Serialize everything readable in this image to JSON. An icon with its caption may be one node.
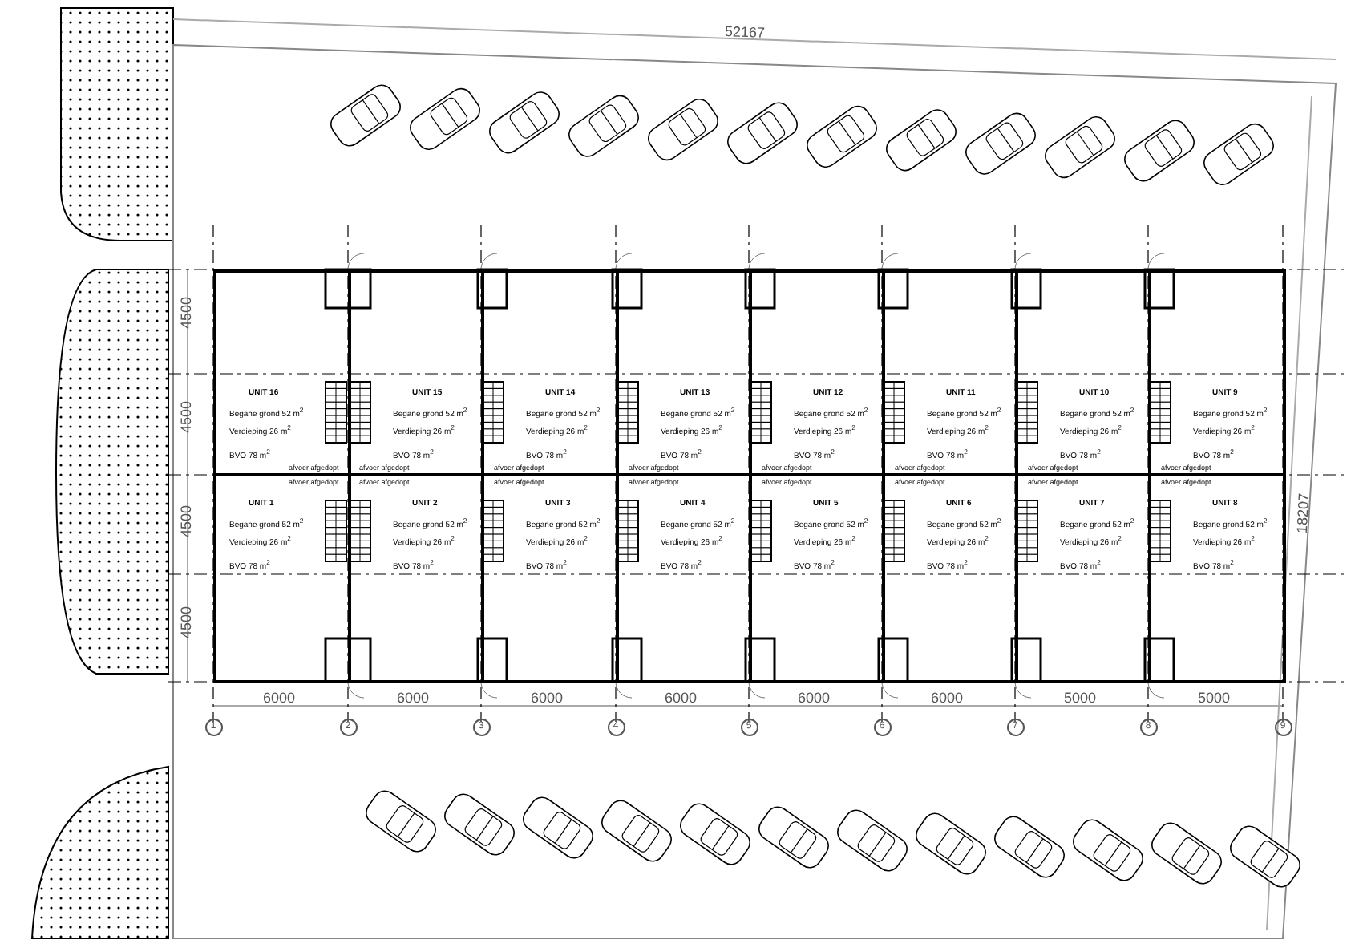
{
  "diagram": {
    "nodes": [
      {
        "text": [
          "UNIT 16",
          "Begane grond 52 m$^{2}$",
          "Verdieping 26 m$^{2}$",
          "BVO 78 m$^{2}$"
        ]
      },
      {
        "text": [
          "UNIT 15",
          "Begane grond 52 m$^{2}$",
          "Verdieping 26 m$^{2}$",
          "BVO 78 m$^{2}$"
        ]
      },
      {
        "text": [
          "UNIT 14",
          "Begane grond 52 m$^{2}$",
          "Verdieping 26 m$^{2}$",
          "BVO 78 m$^{2}$"
        ]
      },
      {
        "text": [
          "UNIT 13",
          "Begane grond 52 m$^{2}$",
          "Verdieping 26 m$^{2}$",
          "BVO 78 m$^{2}$"
        ]
      },
      {
        "text": [
          "UNIT 12",
          "Begane grond 52 m$^{2}$",
          "Verdieping 26 m$^{2}$",
          "BVO 78 m$^{2}$"
        ]
      },
      {
        "text": [
          "UNIT 11",
          "Begane grond 52 m$^{2}$",
          "Verdieping 26 m$^{2}$",
          "BVO 78 m$^{2}$"
        ]
      },
      {
        "text": [
          "UNIT 10",
          "Begane grond 52 m$^{2}$",
          "Verdieping 26 m$^{2}$",
          "BVO 78 m$^{2}$"
        ]
      },
      {
        "text": [
          "UNIT 9",
          "Begane grond 52 m$^{2}$",
          "Verdieping 26 m$^{2}$",
          "BVO 78 m$^{2}$"
        ]
      },
      {
        "text": [
          "UNIT 1",
          "Begane grond 52 m$^{2}$",
          "Verdieping 26 m$^{2}$",
          "BVO 78 m$^{2}$"
        ]
      },
      {
        "text": [
          "UNIT 2",
          "Begane grond 52 m$^{2}$",
          "Verdieping 26 m$^{2}$",
          "BVO 78 m$^{2}$"
        ]
      },
      {
        "text": [
          "UNIT 3",
          "Begane grond 52 m$^{2}$",
          "Verdieping 26 m$^{2}$",
          "BVO 78 m$^{2}$"
        ]
      },
      {
        "text": [
          "UNIT 4",
          "Begane grond 52 m$^{2}$",
          "Verdieping 26 m$^{2}$",
          "BVO 78 m$^{2}$"
        ]
      },
      {
        "text": [
          "UNIT 5",
          "Begane grond 52 m$^{2}$",
          "Verdieping 26 m$^{2}$",
          "BVO 78 m$^{2}$"
        ]
      },
      {
        "text": [
          "UNIT 6",
          "Begane grond 52 m$^{2}$",
          "Verdieping 26 m$^{2}$",
          "BVO 78 m$^{2}$"
        ]
      },
      {
        "text": [
          "UNIT 7",
          "Begane grond 52 m$^{2}$",
          "Verdieping 26 m$^{2}$",
          "BVO 78 m$^{2}$"
        ]
      },
      {
        "text": [
          "UNIT 8",
          "Begane grond 52 m$^{2}$",
          "Verdieping 26 m$^{2}$",
          "BVO 78 m$^{2}$"
        ]
      }
    ],
    "labels": [
      "52167",
      "4500",
      "4500",
      "4500",
      "4500",
      "18207",
      "afvoer afgedopt",
      "afvoer afgedopt",
      "afvoer afgedopt",
      "afvoer afgedopt",
      "afvoer afgedopt",
      "afvoer afgedopt",
      "afvoer afgedopt",
      "afvoer afgedopt",
      "afvoer afgedopt",
      "afvoer afgedopt",
      "afvoer afgedopt",
      "afvoer afgedopt",
      "afvoer afgedopt",
      "afvoer afgedopt",
      "afvoer afgedopt",
      "afvoer afgedopt",
      "6000",
      "6000",
      "6000",
      "6000",
      "6000",
      "6000",
      "5000",
      "5000",
      "1",
      "2",
      "3",
      "4",
      "5",
      "6",
      "7",
      "8",
      "9"
    ]
  }
}
